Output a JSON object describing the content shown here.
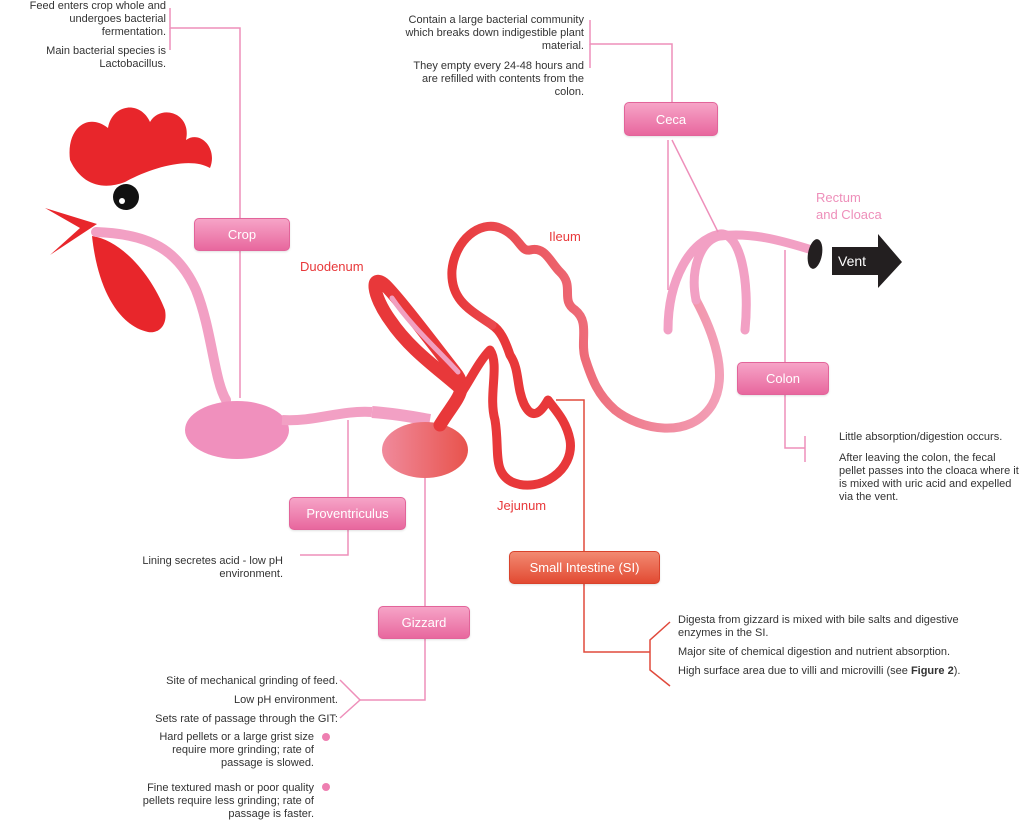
{
  "labels": {
    "crop": "Crop",
    "ceca": "Ceca",
    "colon": "Colon",
    "proventriculus": "Proventriculus",
    "gizzard": "Gizzard",
    "small_intestine": "Small Intestine (SI)"
  },
  "organ_text": {
    "duodenum": "Duodenum",
    "ileum": "Ileum",
    "jejunum": "Jejunum",
    "rectum_line1": "Rectum",
    "rectum_line2": "and Cloaca",
    "vent": "Vent"
  },
  "notes": {
    "crop": [
      "Feed enters crop whole and undergoes bacterial fermentation.",
      "Main bacterial species is Lactobacillus."
    ],
    "ceca": [
      "Contain a large bacterial community which breaks down indigestible plant material.",
      "They empty every 24-48 hours and are refilled with contents from the colon."
    ],
    "colon": [
      "Little absorption/digestion occurs.",
      "After leaving the colon, the fecal pellet passes into the cloaca where it is mixed with uric acid and expelled via the vent."
    ],
    "proventriculus": "Lining secretes acid - low pH environment.",
    "small_intestine": [
      "Digesta from gizzard is mixed with bile salts and digestive enzymes in the SI.",
      "Major site of chemical digestion and nutrient absorption."
    ],
    "small_intestine_last_prefix": "High surface area due to villi and microvilli (see ",
    "small_intestine_last_ref": "Figure 2",
    "small_intestine_last_suffix": ").",
    "gizzard": [
      "Site of mechanical grinding of feed.",
      "Low pH environment.",
      "Sets rate of passage through the GIT:"
    ],
    "gizzard_sub": [
      "Hard pellets or a large grist size require more grinding; rate of passage is slowed.",
      "Fine textured mash or poor quality pellets require less grinding; rate of passage is faster."
    ]
  },
  "colors": {
    "pink": "#f08cb8",
    "light_pink": "#f6a9c8",
    "red": "#e8383a",
    "comb_red": "#e8262b",
    "vent_arrow": "#231f20",
    "leader_pink": "#ee8fba",
    "leader_red": "#e04a3c"
  }
}
